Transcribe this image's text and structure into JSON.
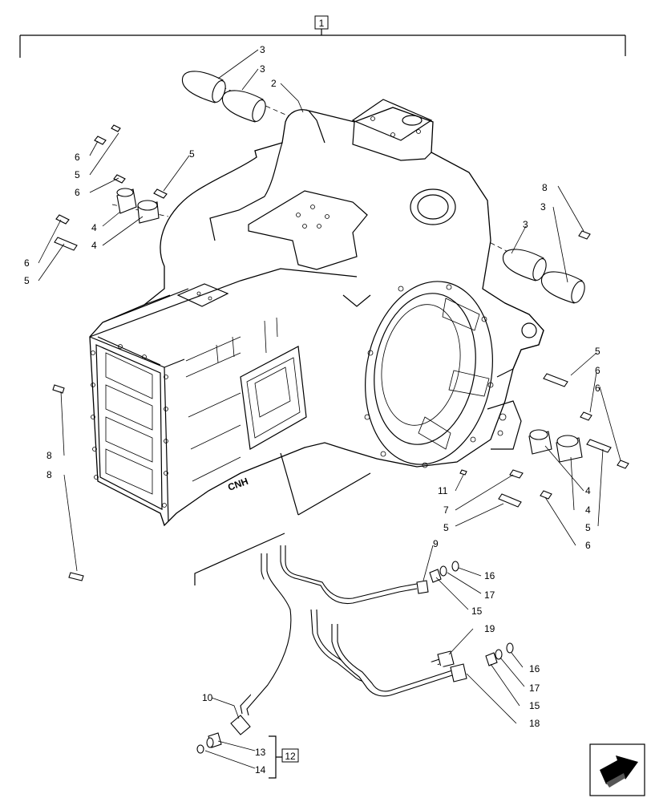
{
  "assembly_labels": {
    "main": "1",
    "kit": "12"
  },
  "callouts": {
    "c1": "3",
    "c2": "3",
    "c3": "2",
    "c4": "6",
    "c5": "5",
    "c6": "5",
    "c7": "6",
    "c8": "4",
    "c9": "4",
    "c10": "6",
    "c11": "5",
    "c12": "8",
    "c13": "3",
    "c14": "3",
    "c15": "5",
    "c16": "6",
    "c17": "6",
    "c18": "8",
    "c19": "8",
    "c20": "11",
    "c21": "7",
    "c22": "5",
    "c23": "4",
    "c24": "4",
    "c25": "5",
    "c26": "6",
    "c27": "9",
    "c28": "16",
    "c29": "17",
    "c30": "15",
    "c31": "19",
    "c32": "16",
    "c33": "17",
    "c34": "15",
    "c35": "18",
    "c36": "10",
    "c37": "13",
    "c38": "14"
  },
  "housing_logo": "CNH",
  "nav_icon": "next-arrow-icon"
}
